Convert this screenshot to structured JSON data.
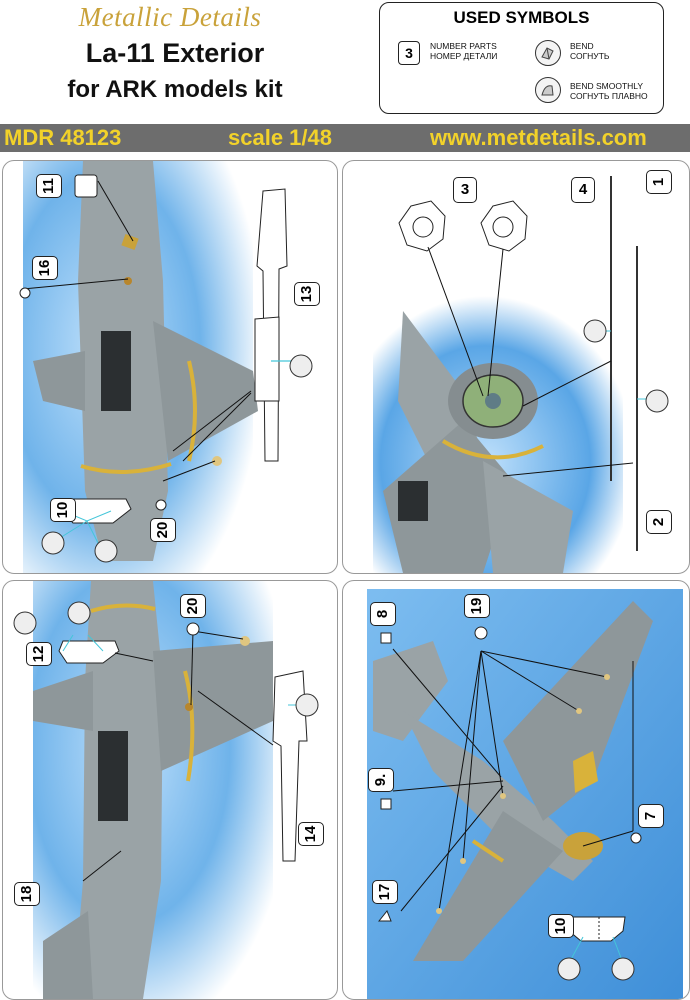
{
  "header": {
    "brand": "Metallic Details",
    "title_line1": "La-11 Exterior",
    "title_line2": "for ARK models kit"
  },
  "symbols": {
    "title": "USED SYMBOLS",
    "number_example": "3",
    "number_line1": "NUMBER PARTS",
    "number_line2": "НОМЕР ДЕТАЛИ",
    "bend_line1": "BEND",
    "bend_line2": "СОГНУТЬ",
    "smooth_line1": "BEND SMOOTHLY",
    "smooth_line2": "СОГНУТЬ ПЛАВНО"
  },
  "bar": {
    "code": "MDR 48123",
    "scale": "scale 1/48",
    "site": "www.metdetails.com"
  },
  "panel1": {
    "parts": [
      "11",
      "16",
      "13",
      "10",
      "20"
    ]
  },
  "panel2": {
    "parts": [
      "3",
      "4",
      "1",
      "2"
    ]
  },
  "panel3": {
    "parts": [
      "12",
      "20",
      "14",
      "18"
    ]
  },
  "panel4": {
    "parts": [
      "8",
      "19",
      "9.",
      "7",
      "17",
      "10"
    ]
  },
  "colors": {
    "bar_bg": "#6d6d6d",
    "bar_text": "#f2d22a",
    "brand": "#c9a23a",
    "photo_blue": "#5aa6e6",
    "model_grey": "#9aa3a6"
  }
}
